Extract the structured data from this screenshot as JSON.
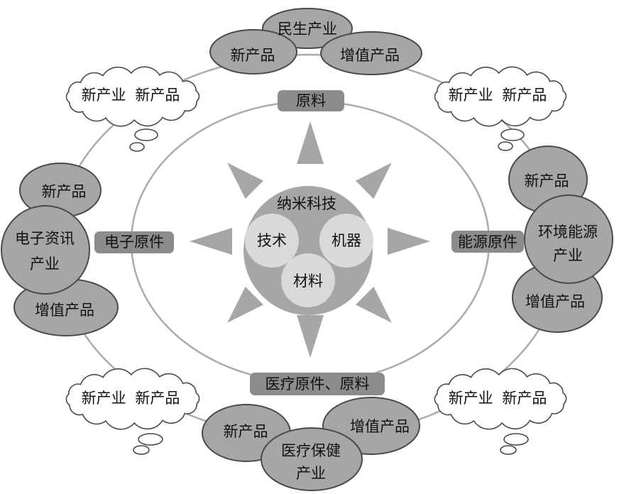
{
  "center": {
    "title": "纳米科技",
    "items": {
      "technology": "技术",
      "machine": "机器",
      "material": "材料"
    }
  },
  "inner_labels": {
    "top": "原料",
    "right": "能源原件",
    "bottom": "医疗原件、原料",
    "left": "电子原件"
  },
  "clusters": {
    "top": {
      "industry": [
        "民生产业"
      ],
      "new_product": "新产品",
      "value_added": "增值产品"
    },
    "right": {
      "industry": [
        "环境能源",
        "产业"
      ],
      "new_product": "新产品",
      "value_added": "增值产品"
    },
    "bottom": {
      "industry": [
        "医疗保健",
        "产业"
      ],
      "new_product": "新产品",
      "value_added": "增值产品"
    },
    "left": {
      "industry": [
        "电子资讯",
        "产业"
      ],
      "new_product": "新产品",
      "value_added": "增值产品"
    }
  },
  "clouds": {
    "top_left": "新产业 新产品",
    "top_right": "新产业 新产品",
    "bottom_left": "新产业 新产品",
    "bottom_right": "新产业 新产品"
  },
  "colors": {
    "bg": "#ffffff",
    "ring": "#ababab",
    "shape": "#a6a6a6",
    "light": "#d9d9d9",
    "box": "#8c8c8c",
    "outline": "#4a4a4a",
    "text": "#111111",
    "cloud": "#ffffff"
  }
}
